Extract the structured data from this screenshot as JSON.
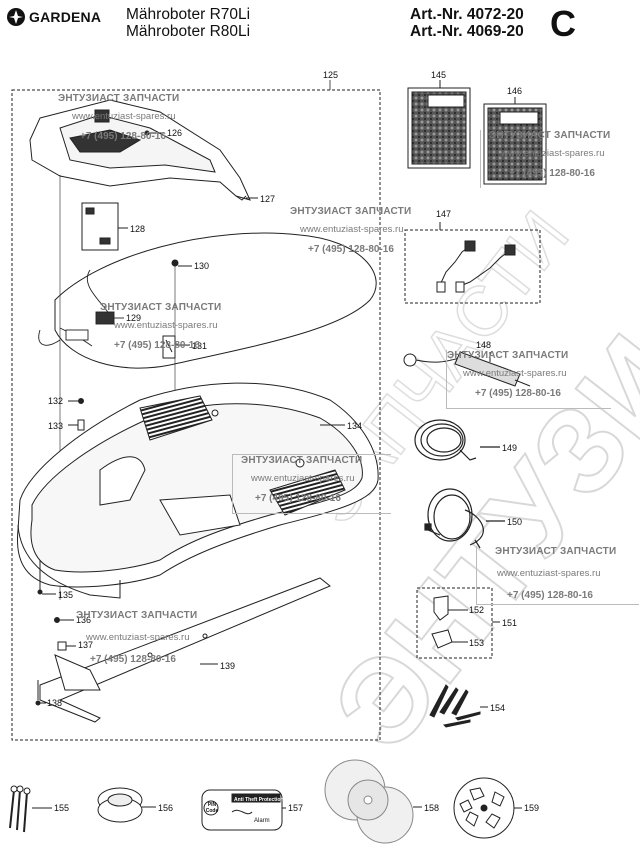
{
  "header": {
    "brand": "GARDENA",
    "model_1": "Mähroboter R70Li",
    "model_2": "Mähroboter R80Li",
    "art_prefix": "Art.-Nr.",
    "art_1": "4072-20",
    "art_2": "4069-20",
    "sheet": "C"
  },
  "watermark": {
    "name": "ЭНТУЗИАСТ ЗАПЧАСТИ",
    "site": "www.entuziast-spares.ru",
    "phone": "+7 (495) 128-80-16",
    "big_1": "ЭНТУЗИАСТ",
    "big_2": "ЗАПЧАСТИ",
    "big_reg": "®"
  },
  "parts": [
    "125",
    "126",
    "127",
    "128",
    "129",
    "130",
    "131",
    "132",
    "133",
    "134",
    "135",
    "136",
    "137",
    "138",
    "139",
    "145",
    "146",
    "147",
    "148",
    "149",
    "150",
    "151",
    "152",
    "153",
    "154",
    "155",
    "156",
    "157",
    "158",
    "159"
  ],
  "sticker": {
    "pin": "PIN Code",
    "title": "Anti Theft Protection",
    "alarm": "Alarm"
  }
}
